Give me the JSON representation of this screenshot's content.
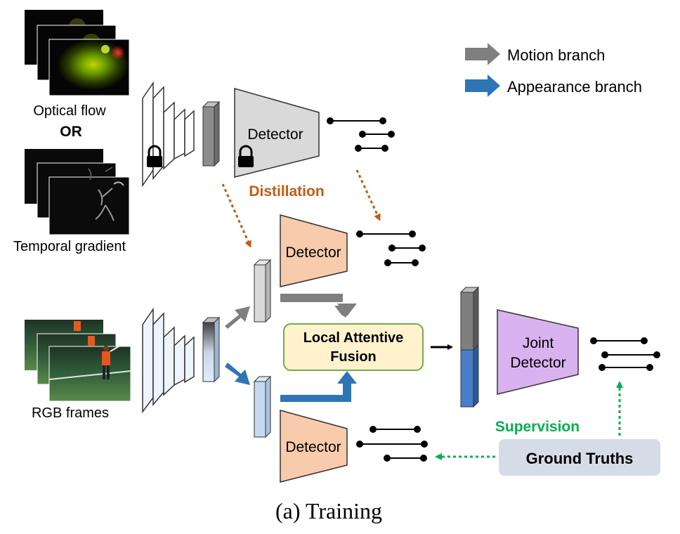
{
  "legend": {
    "motion_label": "Motion branch",
    "appearance_label": "Appearance branch",
    "motion_color": "#7f7f7f",
    "appearance_color": "#2e75b6"
  },
  "inputs": {
    "optical_flow_label": "Optical flow",
    "or_label": "OR",
    "temporal_gradient_label": "Temporal gradient",
    "rgb_frames_label": "RGB frames"
  },
  "detectors": {
    "teacher_label": "Detector",
    "motion_student_label": "Detector",
    "appearance_label": "Detector",
    "joint_label_line1": "Joint",
    "joint_label_line2": "Detector"
  },
  "fusion": {
    "line1": "Local Attentive",
    "line2": "Fusion"
  },
  "annotations": {
    "distillation": "Distillation",
    "supervision": "Supervision",
    "ground_truths": "Ground Truths"
  },
  "caption": "(a) Training",
  "colors": {
    "distillation": "#c55a11",
    "supervision": "#00b050",
    "teacher_detector": "#d9d9d9",
    "student_detector": "#f8cbad",
    "joint_detector": "#d9b3f0",
    "fusion_fill": "#fff2cc",
    "fusion_stroke": "#70ad47",
    "ground_truth_fill": "#d6dce5"
  },
  "icons": [
    "lock-icon",
    "arrow-icon",
    "proposal-segment-icon"
  ]
}
